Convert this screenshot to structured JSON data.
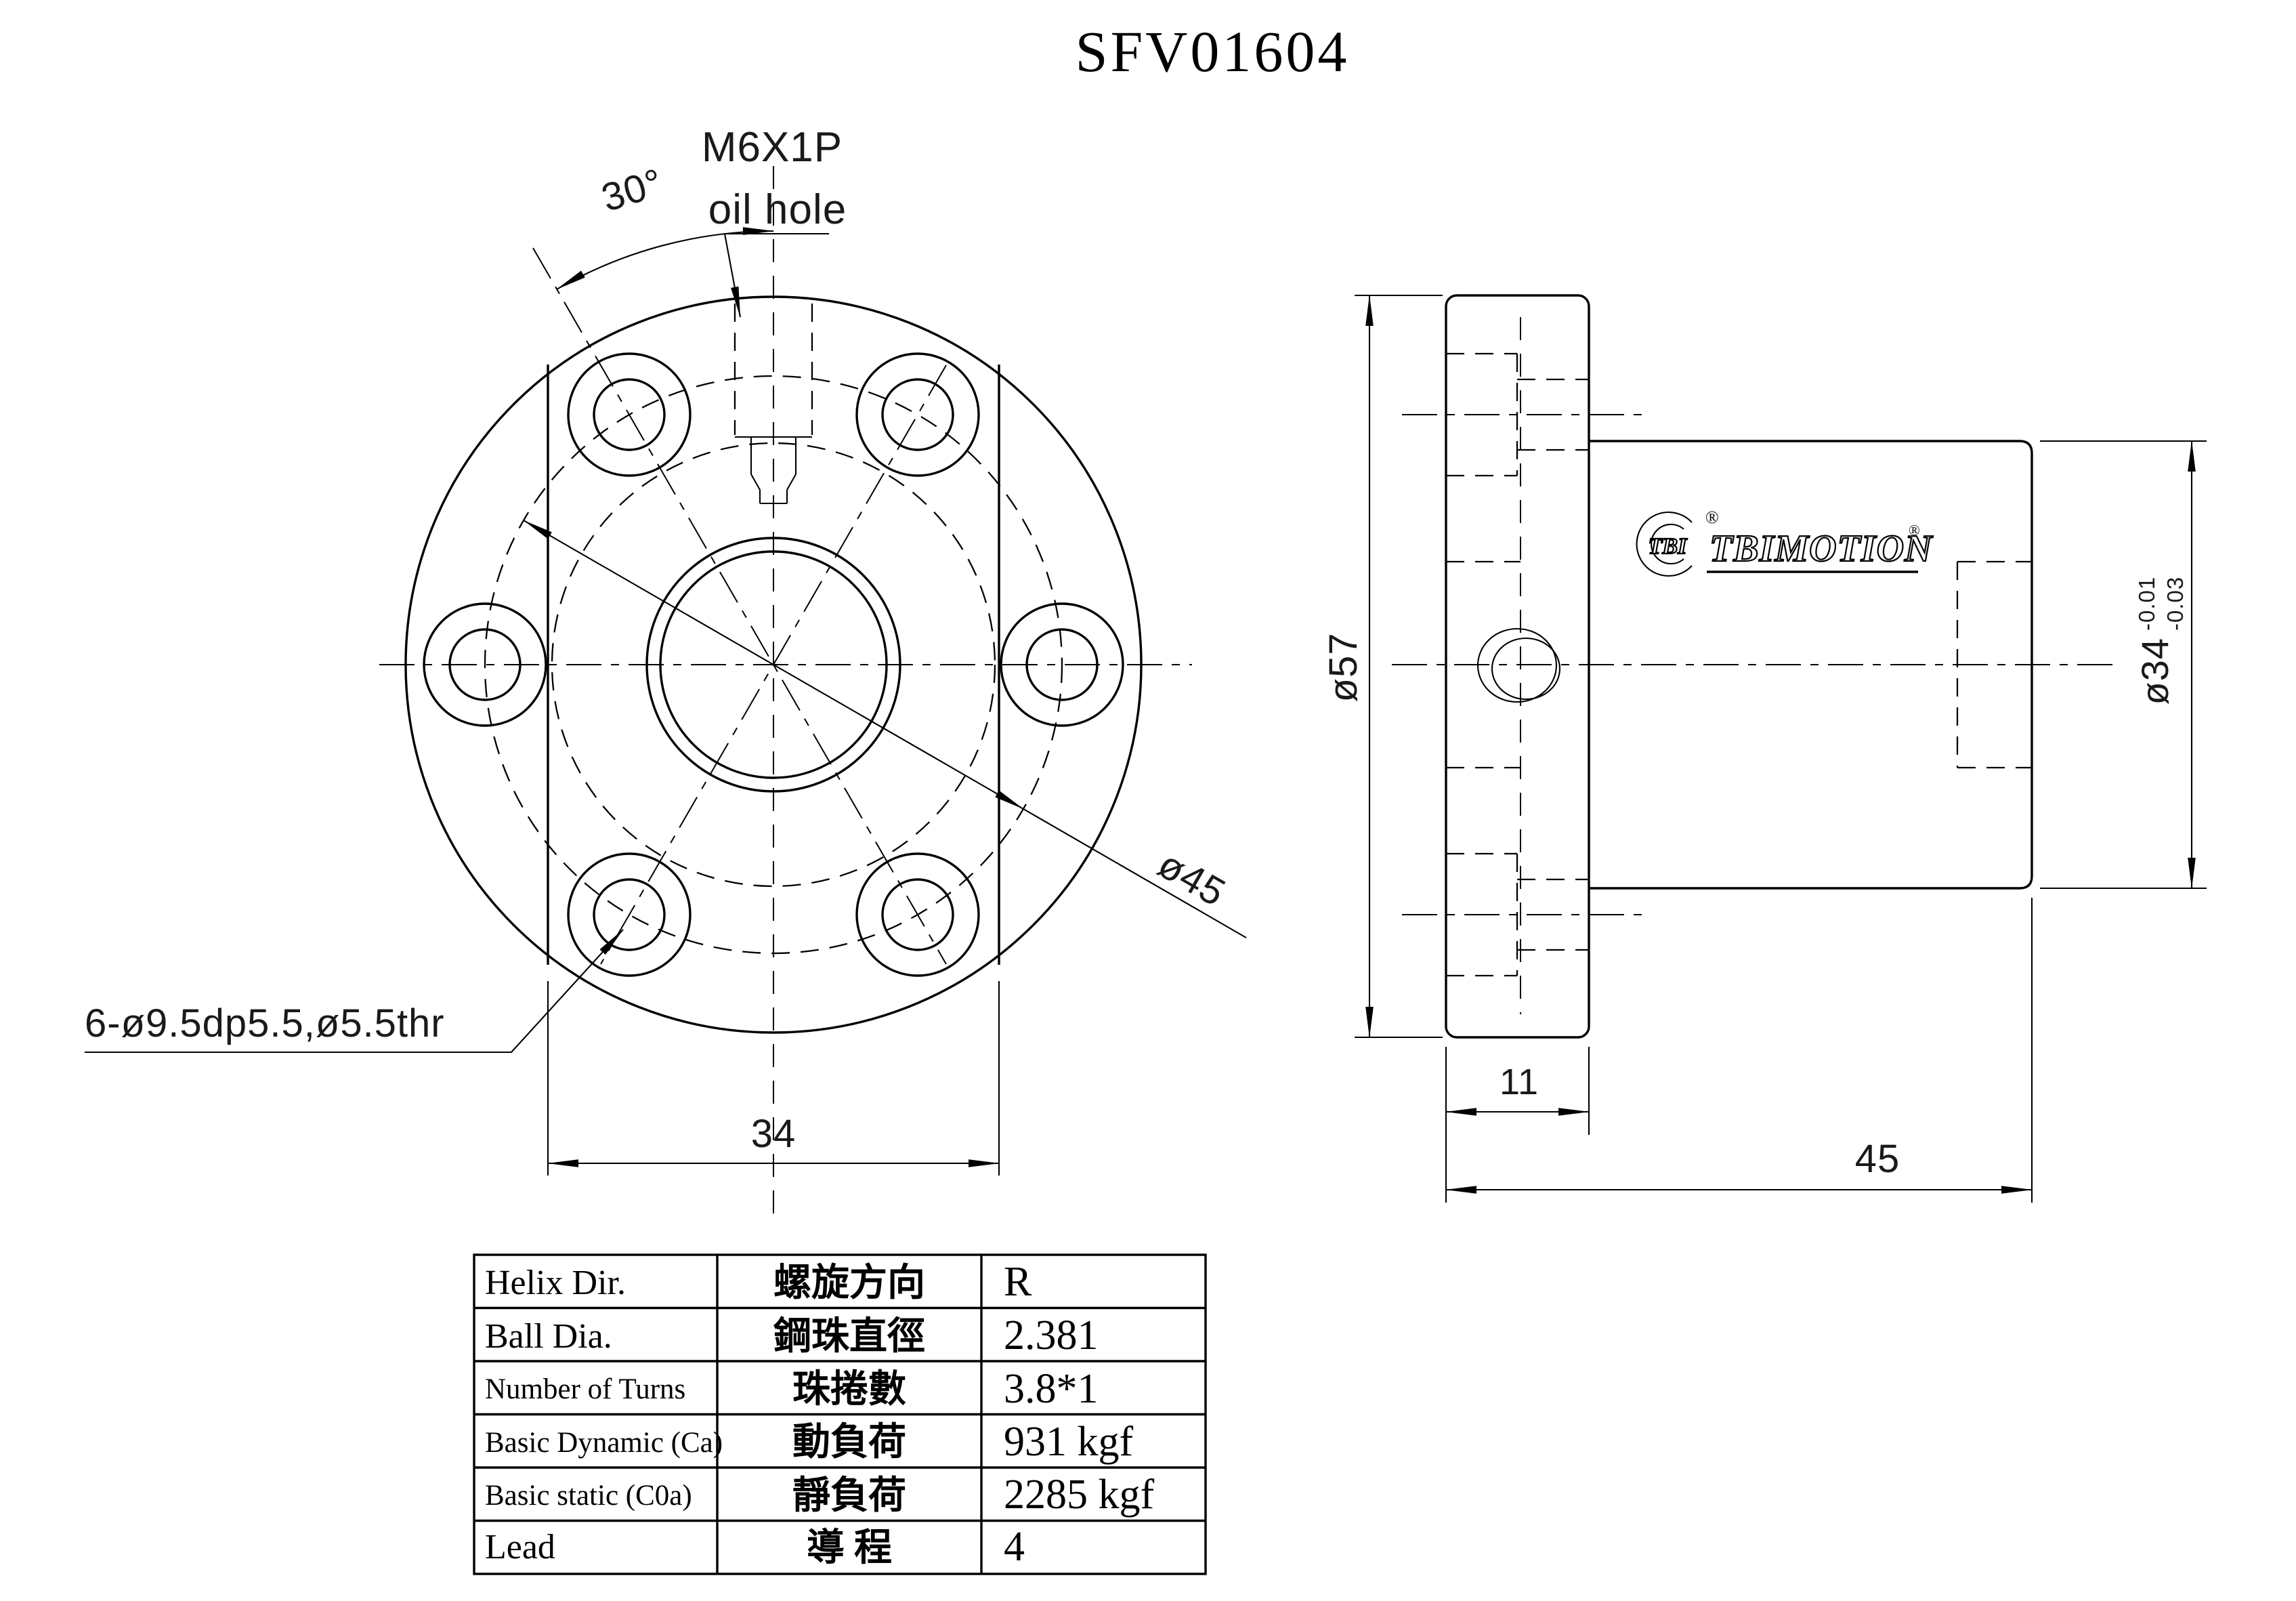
{
  "title": "SFV01604",
  "front_view": {
    "angle_label": "30°",
    "thread_label": "M6X1P",
    "oil_hole_label": "oil hole",
    "holes_label": "6-ø9.5dp5.5,ø5.5thr",
    "flat_width_label": "34",
    "bolt_circle_label": "ø45"
  },
  "side_view": {
    "flange_od_label": "ø57",
    "body_od_label": "ø34",
    "body_od_tol_upper": "-0.01",
    "body_od_tol_lower": "-0.03",
    "flange_thickness_label": "11",
    "length_label": "45",
    "logo_abbr": "TBI",
    "logo_name": "TBIMOTION",
    "registered_mark": "®"
  },
  "spec_table": {
    "rows": [
      {
        "en": "Helix  Dir.",
        "zh": "螺旋方向",
        "value": "R"
      },
      {
        "en": "Ball Dia.",
        "zh": "鋼珠直徑",
        "value": "2.381"
      },
      {
        "en": "Number of Turns",
        "zh": "珠捲數",
        "value": "3.8*1"
      },
      {
        "en": "Basic Dynamic (Ca)",
        "zh": "動負荷",
        "value": "931  kgf"
      },
      {
        "en": "Basic static (C0a)",
        "zh": "靜負荷",
        "value": "2285 kgf"
      },
      {
        "en": "Lead",
        "zh": "導  程",
        "value": "4"
      }
    ]
  }
}
